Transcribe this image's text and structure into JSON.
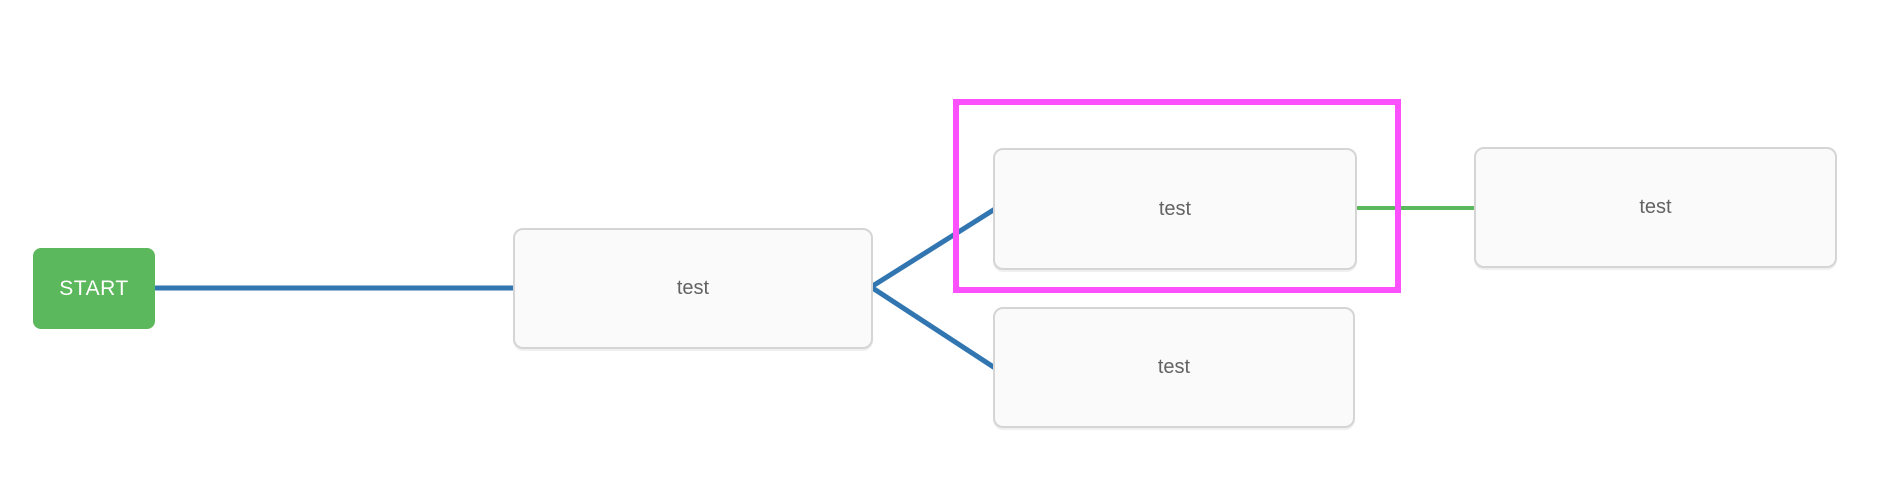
{
  "diagram": {
    "start_node": {
      "label": "START"
    },
    "nodes": [
      {
        "id": "node-1",
        "label": "test",
        "highlighted": false
      },
      {
        "id": "node-2",
        "label": "test",
        "highlighted": true
      },
      {
        "id": "node-3",
        "label": "test",
        "highlighted": false
      },
      {
        "id": "node-4",
        "label": "test",
        "highlighted": false
      }
    ],
    "edges": [
      {
        "from": "start",
        "to": "node-1",
        "color": "blue"
      },
      {
        "from": "node-1",
        "to": "node-2",
        "color": "blue"
      },
      {
        "from": "node-1",
        "to": "node-3",
        "color": "blue"
      },
      {
        "from": "node-2",
        "to": "node-4",
        "color": "green"
      }
    ]
  },
  "colors": {
    "canvas_bg": "#ffffff",
    "start_bg": "#5cb85c",
    "start_text": "#ffffff",
    "edge_blue": "#3276b1",
    "edge_green": "#5cb85c",
    "highlight": "#fb50fb",
    "node_bg": "#fafafa",
    "node_border": "#d5d5d5",
    "node_text": "#636363"
  }
}
